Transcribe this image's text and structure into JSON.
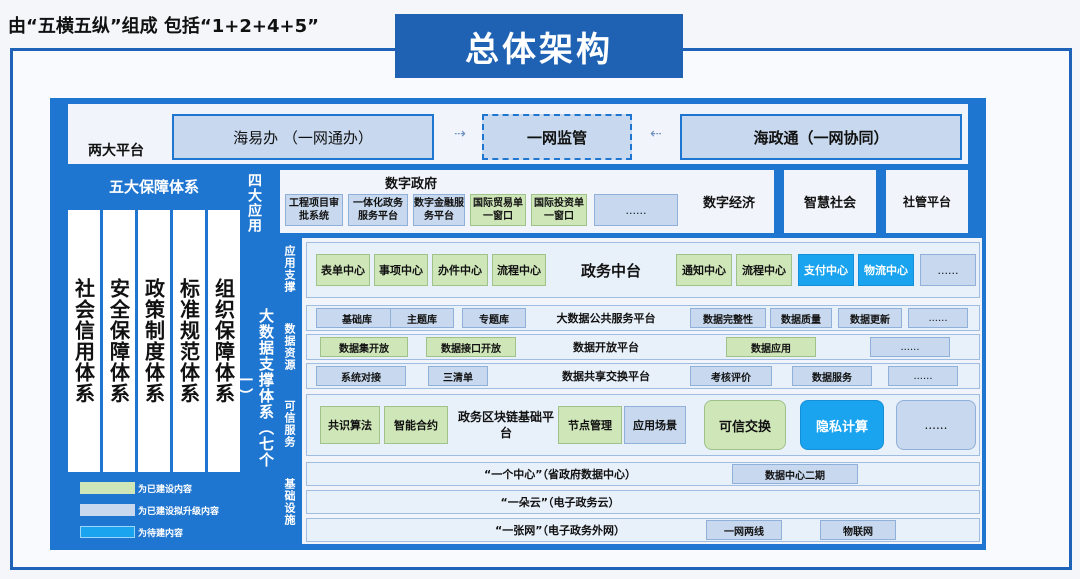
{
  "header": {
    "note": "由“五横五纵”组成  包括“1+2+4+5”",
    "title": "总体架构"
  },
  "platforms": {
    "label": "两大平台",
    "left": "海易办 （一网通办）",
    "center": "一网监管",
    "right": "海政通（一网协同）"
  },
  "guarantee": {
    "label": "五大保障体系",
    "columns": [
      "社会信用体系",
      "安全保障体系",
      "政策制度体系",
      "标准规范体系",
      "组织保障体系"
    ]
  },
  "applications": {
    "label": "四大应用",
    "digital_gov": {
      "title": "数字政府",
      "items": [
        "工程项目审批系统",
        "一体化政务服务平台",
        "数字金融服务平台",
        "国际贸易单一窗口",
        "国际投资单一窗口",
        "......"
      ]
    },
    "others": [
      "数字经济",
      "智慧社会",
      "社管平台"
    ]
  },
  "big_data": {
    "label": "大数据支撑体系（七个一）"
  },
  "app_support": {
    "label": "应用支撑",
    "left_items": [
      "表单中心",
      "事项中心",
      "办件中心",
      "流程中心"
    ],
    "center": "政务中台",
    "right_items": [
      "通知中心",
      "流程中心"
    ],
    "blue_items": [
      "支付中心",
      "物流中心"
    ],
    "more": "......"
  },
  "data_resources": {
    "label": "数据资源",
    "row1": {
      "items": [
        "基础库",
        "主题库",
        "专题库"
      ],
      "center": "大数据公共服务平台",
      "right": [
        "数据完整性",
        "数据质量",
        "数据更新"
      ],
      "more": "......"
    },
    "row2": {
      "left": [
        "数据集开放",
        "数据接口开放"
      ],
      "center": "数据开放平台",
      "right": "数据应用",
      "more": "......"
    },
    "row3": {
      "left": [
        "系统对接",
        "三清单"
      ],
      "center": "数据共享交换平台",
      "right": [
        "考核评价",
        "数据服务"
      ],
      "more": "......"
    }
  },
  "trusted": {
    "label": "可信服务",
    "items": [
      "共识算法",
      "智能合约"
    ],
    "center": "政务区块链基础平台",
    "right_items": [
      "节点管理",
      "应用场景"
    ],
    "exchange": "可信交换",
    "privacy": "隐私计算",
    "more": "......"
  },
  "infrastructure": {
    "label": "基础设施",
    "row1": {
      "center": "“一个中心”（省政府数据中心）",
      "right": "数据中心二期"
    },
    "row2": {
      "center": "“一朵云”（电子政务云）"
    },
    "row3": {
      "center": "“一张网”（电子政务外网）",
      "right": [
        "一网两线",
        "物联网"
      ]
    }
  },
  "legend": [
    {
      "label": "为已建设内容",
      "color": "#cfe6b8"
    },
    {
      "label": "为已建设拟升级内容",
      "color": "#c8d9ef"
    },
    {
      "label": "为待建内容",
      "color": "#1aa4ef"
    }
  ]
}
